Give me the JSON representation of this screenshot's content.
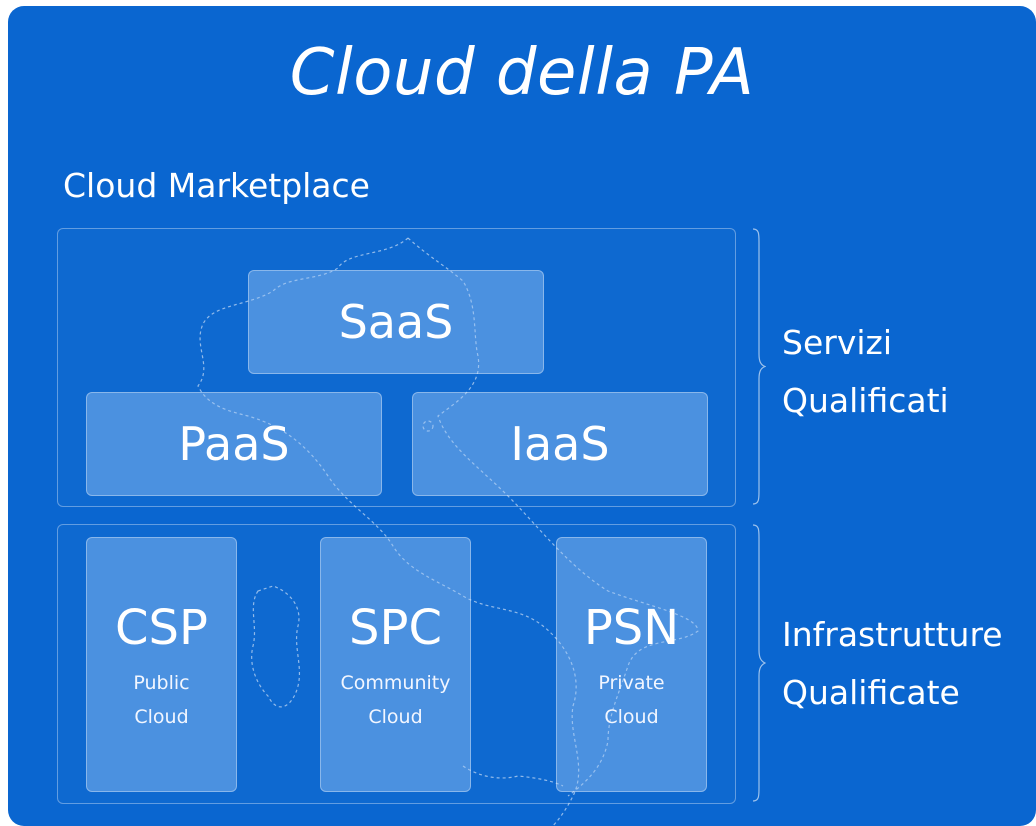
{
  "diagram": {
    "title": "Cloud della PA",
    "subtitle": "Cloud Marketplace",
    "services": {
      "items": [
        {
          "label": "SaaS"
        },
        {
          "label": "PaaS"
        },
        {
          "label": "IaaS"
        }
      ],
      "group_label_line1": "Servizi",
      "group_label_line2": "Qualificati"
    },
    "infrastructures": {
      "items": [
        {
          "acronym": "CSP",
          "line1": "Public",
          "line2": "Cloud"
        },
        {
          "acronym": "SPC",
          "line1": "Community",
          "line2": "Cloud"
        },
        {
          "acronym": "PSN",
          "line1": "Private",
          "line2": "Cloud"
        }
      ],
      "group_label_line1": "Infrastrutture",
      "group_label_line2": "Qualificate"
    },
    "colors": {
      "background": "#0a66d0",
      "box_fill": "#a0c8f5",
      "text": "#ffffff"
    }
  }
}
